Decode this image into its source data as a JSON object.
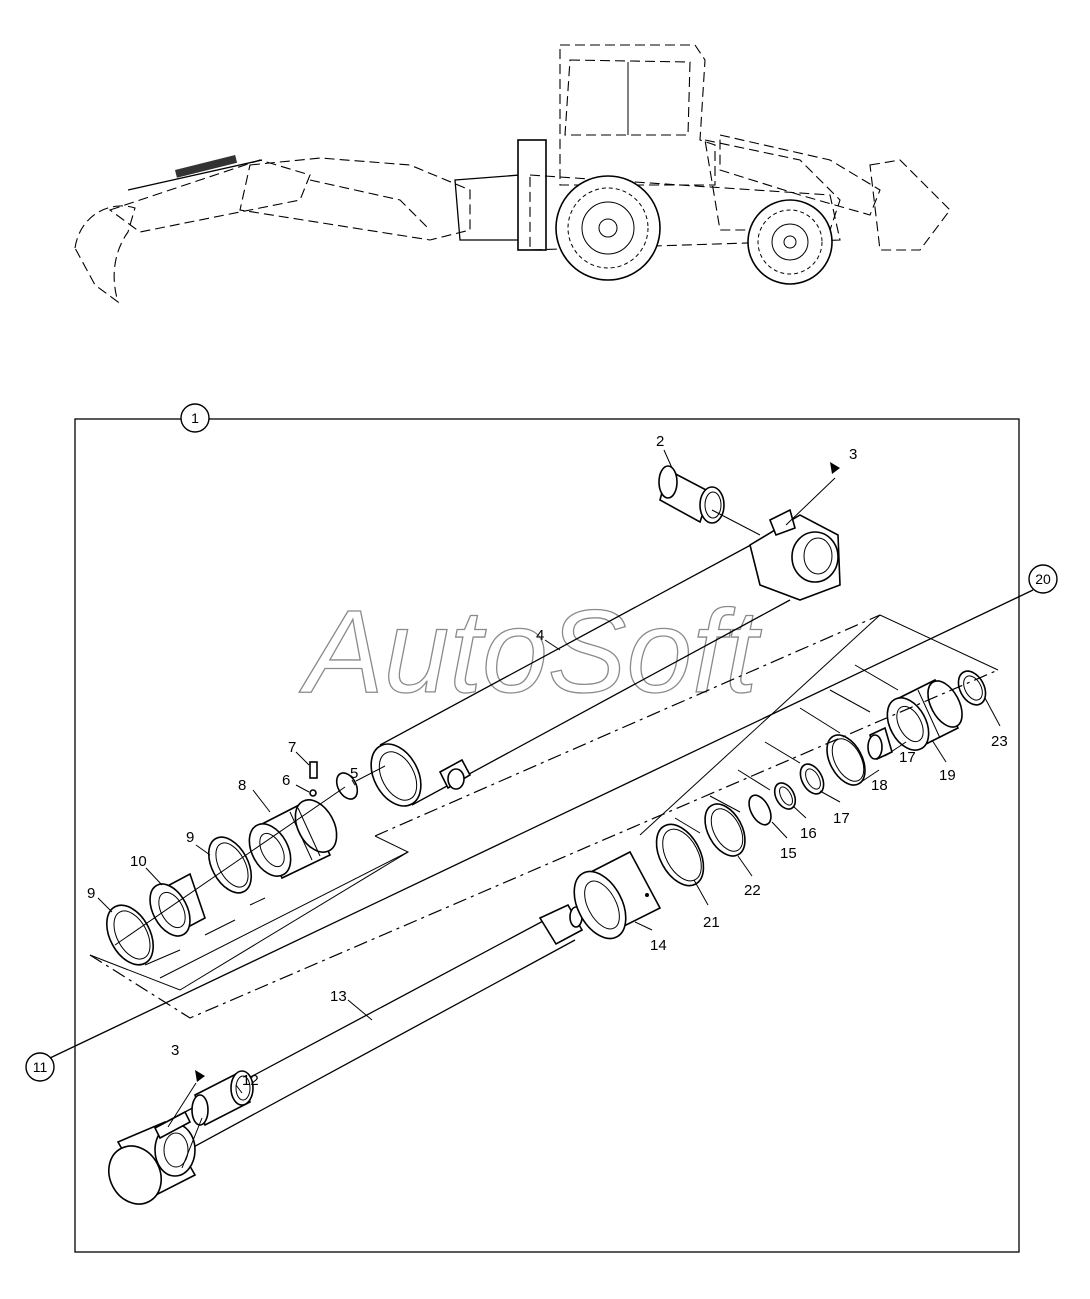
{
  "watermark": "AutoSoft",
  "assembly_refs": {
    "main": "1",
    "rod_kit": "11",
    "seal_kit": "20"
  },
  "parts": {
    "p2": "2",
    "p3a": "3",
    "p3b": "3",
    "p4": "4",
    "p5": "5",
    "p6": "6",
    "p7": "7",
    "p8": "8",
    "p9a": "9",
    "p9b": "9",
    "p10": "10",
    "p12": "12",
    "p13": "13",
    "p14": "14",
    "p15": "15",
    "p16": "16",
    "p17a": "17",
    "p17b": "17",
    "p18": "18",
    "p19": "19",
    "p21": "21",
    "p22": "22",
    "p23": "23"
  },
  "colors": {
    "line": "#000000",
    "watermark": "#8a8a8a"
  }
}
